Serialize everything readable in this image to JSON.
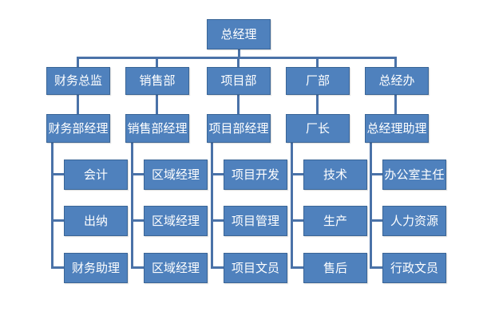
{
  "org_chart": {
    "root": "总经理",
    "departments": [
      {
        "head": "财务总监",
        "manager": "财务部经理",
        "staff": [
          "会计",
          "出纳",
          "财务助理"
        ]
      },
      {
        "head": "销售部",
        "manager": "销售部经理",
        "staff": [
          "区域经理",
          "区域经理",
          "区域经理"
        ]
      },
      {
        "head": "项目部",
        "manager": "项目部经理",
        "staff": [
          "项目开发",
          "项目管理",
          "项目文员"
        ]
      },
      {
        "head": "厂部",
        "manager": "厂长",
        "staff": [
          "技术",
          "生产",
          "售后"
        ]
      },
      {
        "head": "总经办",
        "manager": "总经理助理",
        "staff": [
          "办公室主任",
          "人力资源",
          "行政文员"
        ]
      }
    ]
  },
  "colors": {
    "box_fill": "#4f81bd",
    "box_border": "#3a6596",
    "connector": "#4a72a8",
    "text": "#ffffff"
  }
}
